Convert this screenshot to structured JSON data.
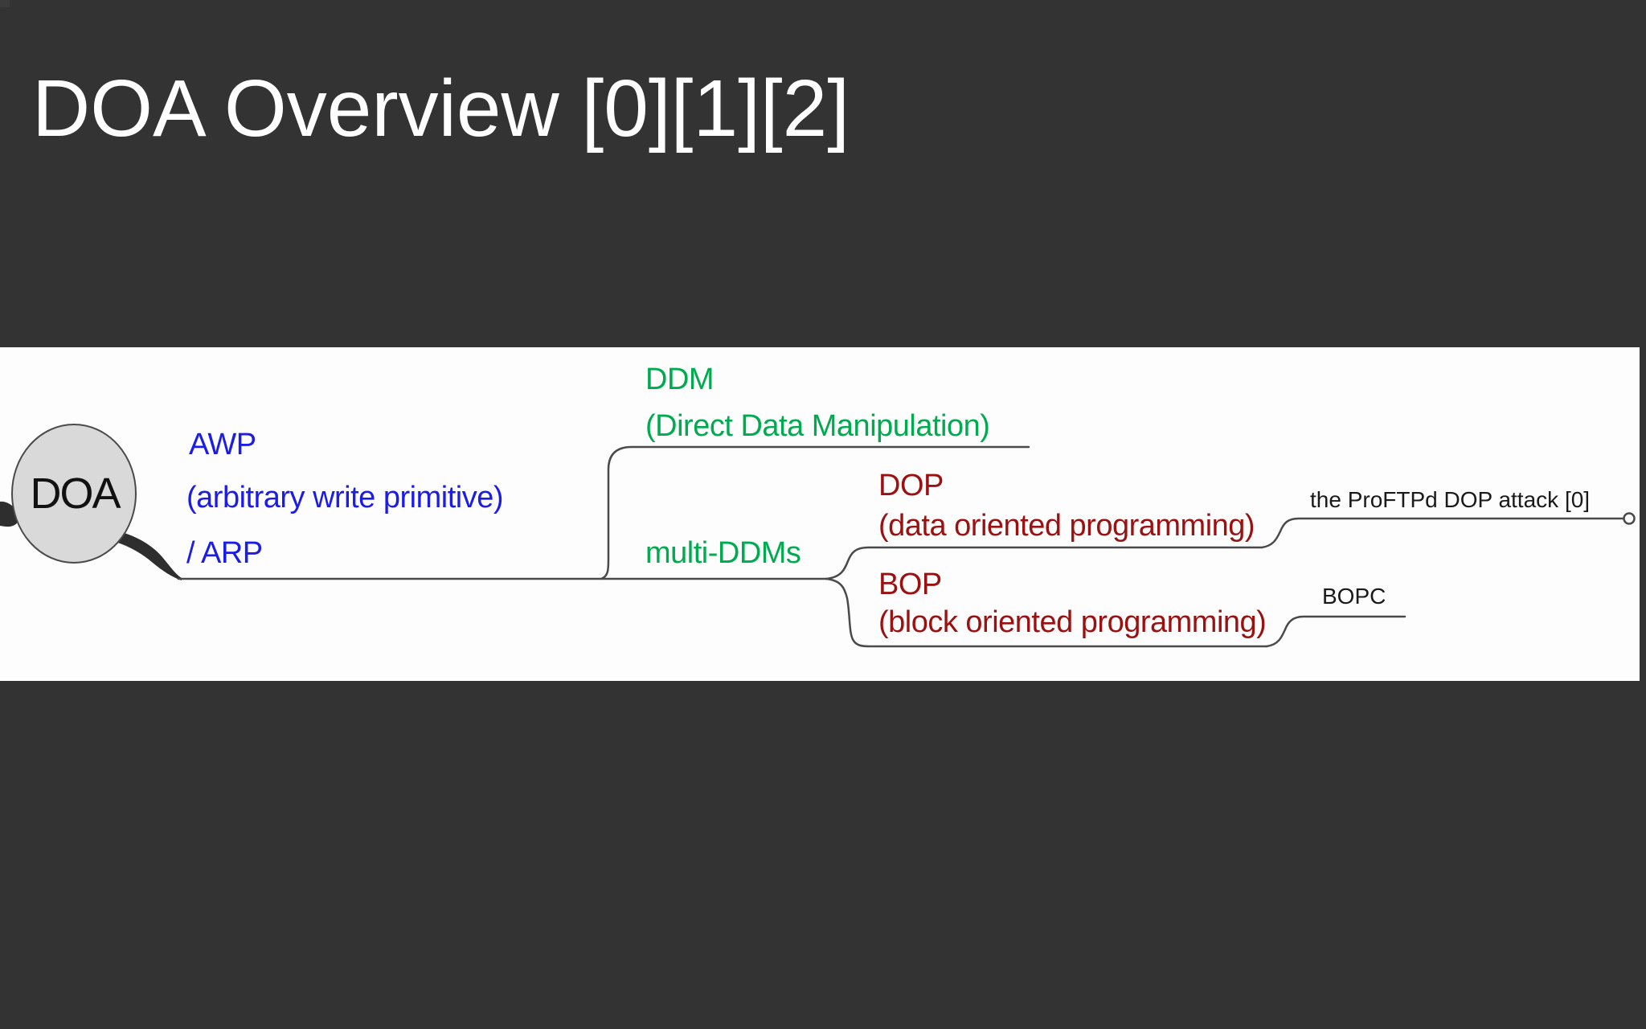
{
  "slide": {
    "title": "DOA Overview [0][1][2]",
    "colors": {
      "background": "#333333",
      "band": "#fdfdfd",
      "title_text": "#ffffff",
      "node_blue": "#1c1ce8",
      "node_green": "#00ab50",
      "node_dark_red": "#9b1111",
      "node_black": "#1a1a1a",
      "connector_line": "#4a4a4a",
      "root_fill": "#d9d9d9"
    }
  },
  "mindmap": {
    "root": "DOA",
    "awp_line1": "AWP",
    "awp_line2": "(arbitrary write primitive)",
    "awp_line3": "/ ARP",
    "ddm_line1": "DDM",
    "ddm_line2": "(Direct Data Manipulation)",
    "multi_ddms": "multi-DDMs",
    "dop_line1": "DOP",
    "dop_line2": "(data oriented programming)",
    "bop_line1": "BOP",
    "bop_line2": "(block oriented programming)",
    "proftpd": "the ProFTPd DOP attack [0]",
    "bopc": "BOPC"
  }
}
